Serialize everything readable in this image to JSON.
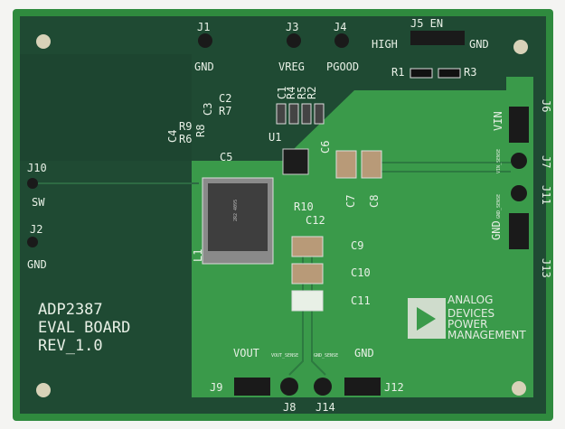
{
  "board": {
    "title_lines": [
      "ADP2387",
      "EVAL BOARD",
      "REV_1.0"
    ],
    "colors": {
      "dark_green": "#1f4a33",
      "light_green": "#3a9a4a",
      "silkscreen": "#e8f0e6",
      "edge": "#2f8a3e"
    }
  },
  "connectors": {
    "j1": "J1",
    "j1_net": "GND",
    "j3": "J3",
    "j3_net": "VREG",
    "j4": "J4",
    "j4_net": "PGOOD",
    "j5": "J5 EN",
    "j5_high": "HIGH",
    "j5_gnd": "GND",
    "j6": "J6",
    "j6_net": "VIN",
    "j7": "J7",
    "j7_net": "VIN_SENSE",
    "j11": "J11",
    "j11_net": "GND_SENSE",
    "j13": "J13",
    "j13_net": "GND",
    "j10": "J10",
    "j10_net": "SW",
    "j2": "J2",
    "j2_net": "GND",
    "j9": "J9",
    "j9_net": "VOUT",
    "j8": "J8",
    "j8_net": "VOUT_SENSE",
    "j14": "J14",
    "j14_net": "GND_SENSE",
    "j12": "J12",
    "j12_net": "GND"
  },
  "components": {
    "r1": "R1",
    "r3": "R3",
    "c1": "C1",
    "r4": "R4",
    "r5": "R5",
    "r2": "R2",
    "c2": "C2",
    "c3": "C3",
    "r7": "R7",
    "c4": "C4",
    "r9": "R9",
    "r6": "R6",
    "r8": "R8",
    "u1": "U1",
    "c5": "C5",
    "c6": "C6",
    "c7": "C7",
    "c8": "C8",
    "r10": "R10",
    "c12": "C12",
    "l1": "L1",
    "inductor_marking": "2R2 4095",
    "c9": "C9",
    "c10": "C10",
    "c11": "C11"
  },
  "logo": {
    "lines": [
      "ANALOG",
      "DEVICES",
      "POWER",
      "MANAGEMENT"
    ]
  }
}
